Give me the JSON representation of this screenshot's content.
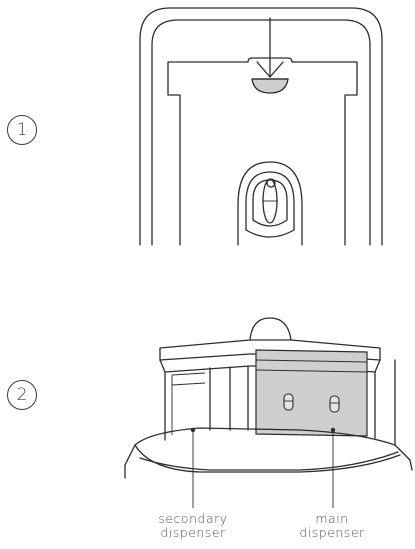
{
  "steps": [
    {
      "number": "1"
    },
    {
      "number": "2"
    }
  ],
  "callouts": {
    "secondary": {
      "line1": "secondary",
      "line2": "dispenser"
    },
    "main": {
      "line1": "main",
      "line2": "dispenser"
    }
  },
  "colors": {
    "line": "#2d2d2d",
    "highlight_fill": "#cfcfcf",
    "label_text": "#555555"
  }
}
